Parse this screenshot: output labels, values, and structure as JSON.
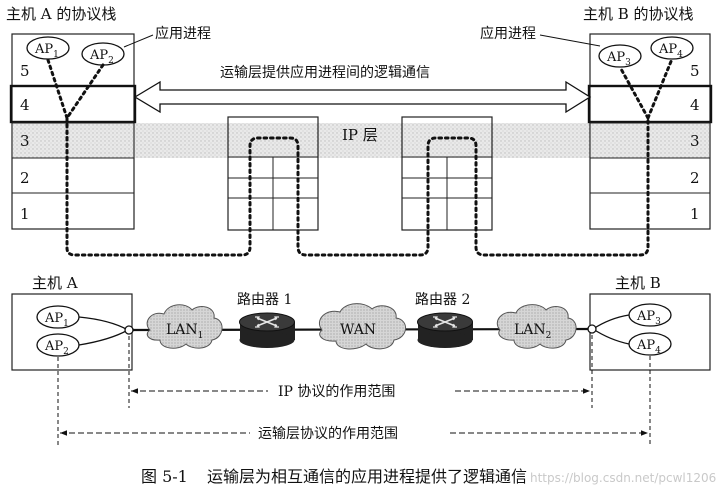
{
  "top": {
    "host_a_stack_title": "主机 A 的协议栈",
    "host_b_stack_title": "主机 B 的协议栈",
    "app_process_label_left": "应用进程",
    "app_process_label_right": "应用进程",
    "transport_comm_label": "运输层提供应用进程间的逻辑通信",
    "ip_layer_label": "IP 层",
    "layers": [
      "5",
      "4",
      "3",
      "2",
      "1"
    ],
    "host_a_apps": [
      {
        "base": "AP",
        "sub": "1"
      },
      {
        "base": "AP",
        "sub": "2"
      }
    ],
    "host_b_apps": [
      {
        "base": "AP",
        "sub": "3"
      },
      {
        "base": "AP",
        "sub": "4"
      }
    ]
  },
  "bottom": {
    "host_a": "主机 A",
    "host_b": "主机 B",
    "router_1": "路由器 1",
    "router_2": "路由器 2",
    "lan_1": {
      "base": "LAN",
      "sub": "1"
    },
    "wan": "WAN",
    "lan_2": {
      "base": "LAN",
      "sub": "2"
    },
    "host_a_apps": [
      {
        "base": "AP",
        "sub": "1"
      },
      {
        "base": "AP",
        "sub": "2"
      }
    ],
    "host_b_apps": [
      {
        "base": "AP",
        "sub": "3"
      },
      {
        "base": "AP",
        "sub": "4"
      }
    ],
    "ip_scope": "IP 协议的作用范围",
    "transport_scope": "运输层协议的作用范围"
  },
  "caption": {
    "number": "图 5-1",
    "text": "运输层为相互通信的应用进程提供了逻辑通信"
  },
  "watermark": "https://blog.csdn.net/pcwl1206"
}
